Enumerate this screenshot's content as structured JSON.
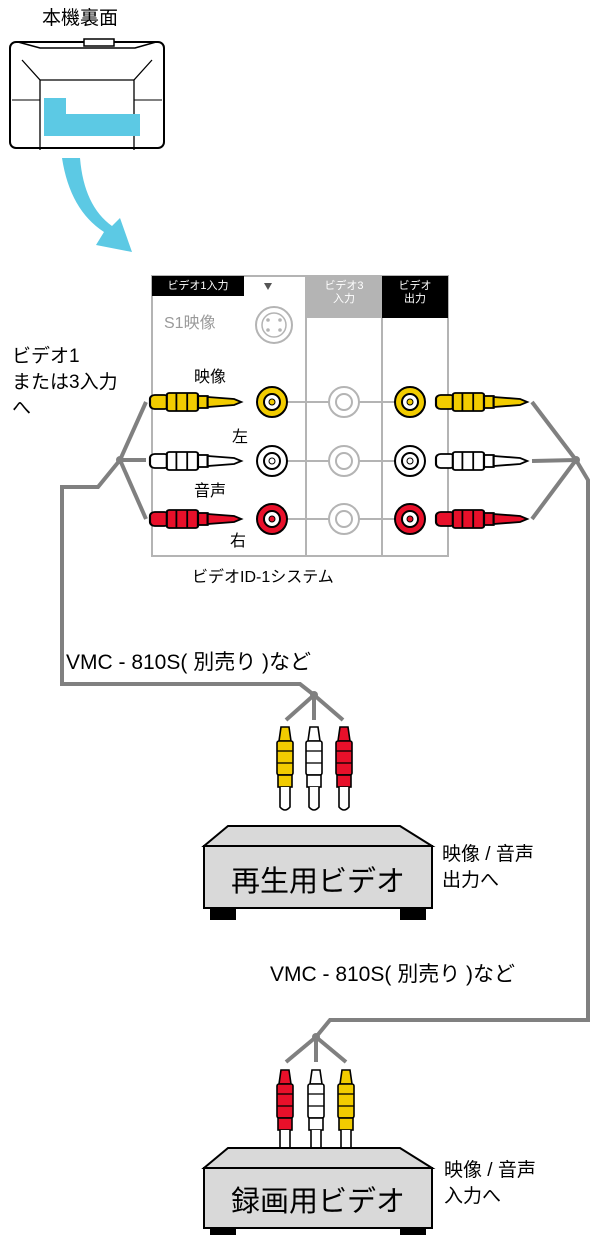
{
  "unit_rear_label": "本機裏面",
  "panel": {
    "video1_input_header": "ビデオ1入力",
    "video3_input_header_line1": "ビデオ3",
    "video3_input_header_line2": "入力",
    "video_output_header_line1": "ビデオ",
    "video_output_header_line2": "出力",
    "s1_video_label": "S1映像",
    "video_label": "映像",
    "left_label": "左",
    "audio_label": "音声",
    "right_label": "右",
    "system_label": "ビデオID-1システム"
  },
  "to_video_input": {
    "line1": "ビデオ1",
    "line2": "または3入力",
    "line3": "へ"
  },
  "cable_top": "VMC - 810S( 別売り )など",
  "cable_bottom": "VMC - 810S( 別売り )など",
  "playback_deck": {
    "name": "再生用ビデオ",
    "note_line1": "映像 / 音声",
    "note_line2": "出力へ"
  },
  "recording_deck": {
    "name": "録画用ビデオ",
    "note_line1": "映像 / 音声",
    "note_line2": "入力へ"
  },
  "colors": {
    "video_plug": "#f2cc00",
    "left_plug": "#ffffff",
    "right_plug": "#e8102a",
    "cable": "#808080",
    "panel_border": "#b4b4b4",
    "tv_accent": "#5cc9e4",
    "deck_body": "#d9d9d9"
  }
}
